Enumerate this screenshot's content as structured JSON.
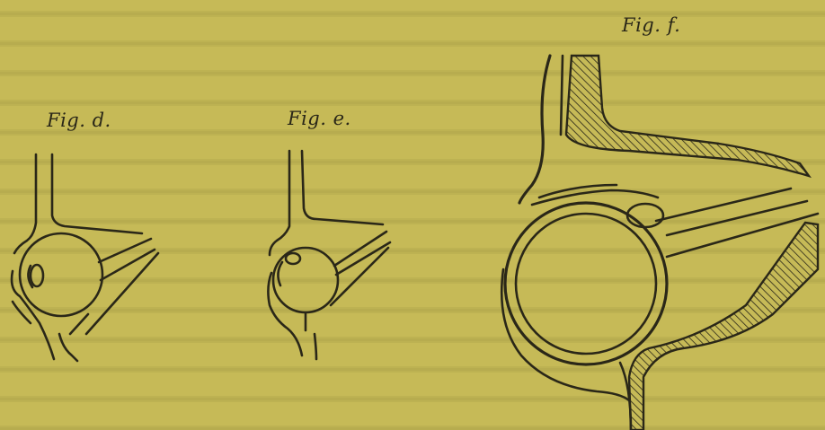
{
  "figures": {
    "d": {
      "label": "Fig. d."
    },
    "e": {
      "label": "Fig. e."
    },
    "f": {
      "label": "Fig. f."
    }
  },
  "colors": {
    "paper": "#c6ba57",
    "ink": "#2a2718",
    "bleed_text": "#b3a84d"
  }
}
